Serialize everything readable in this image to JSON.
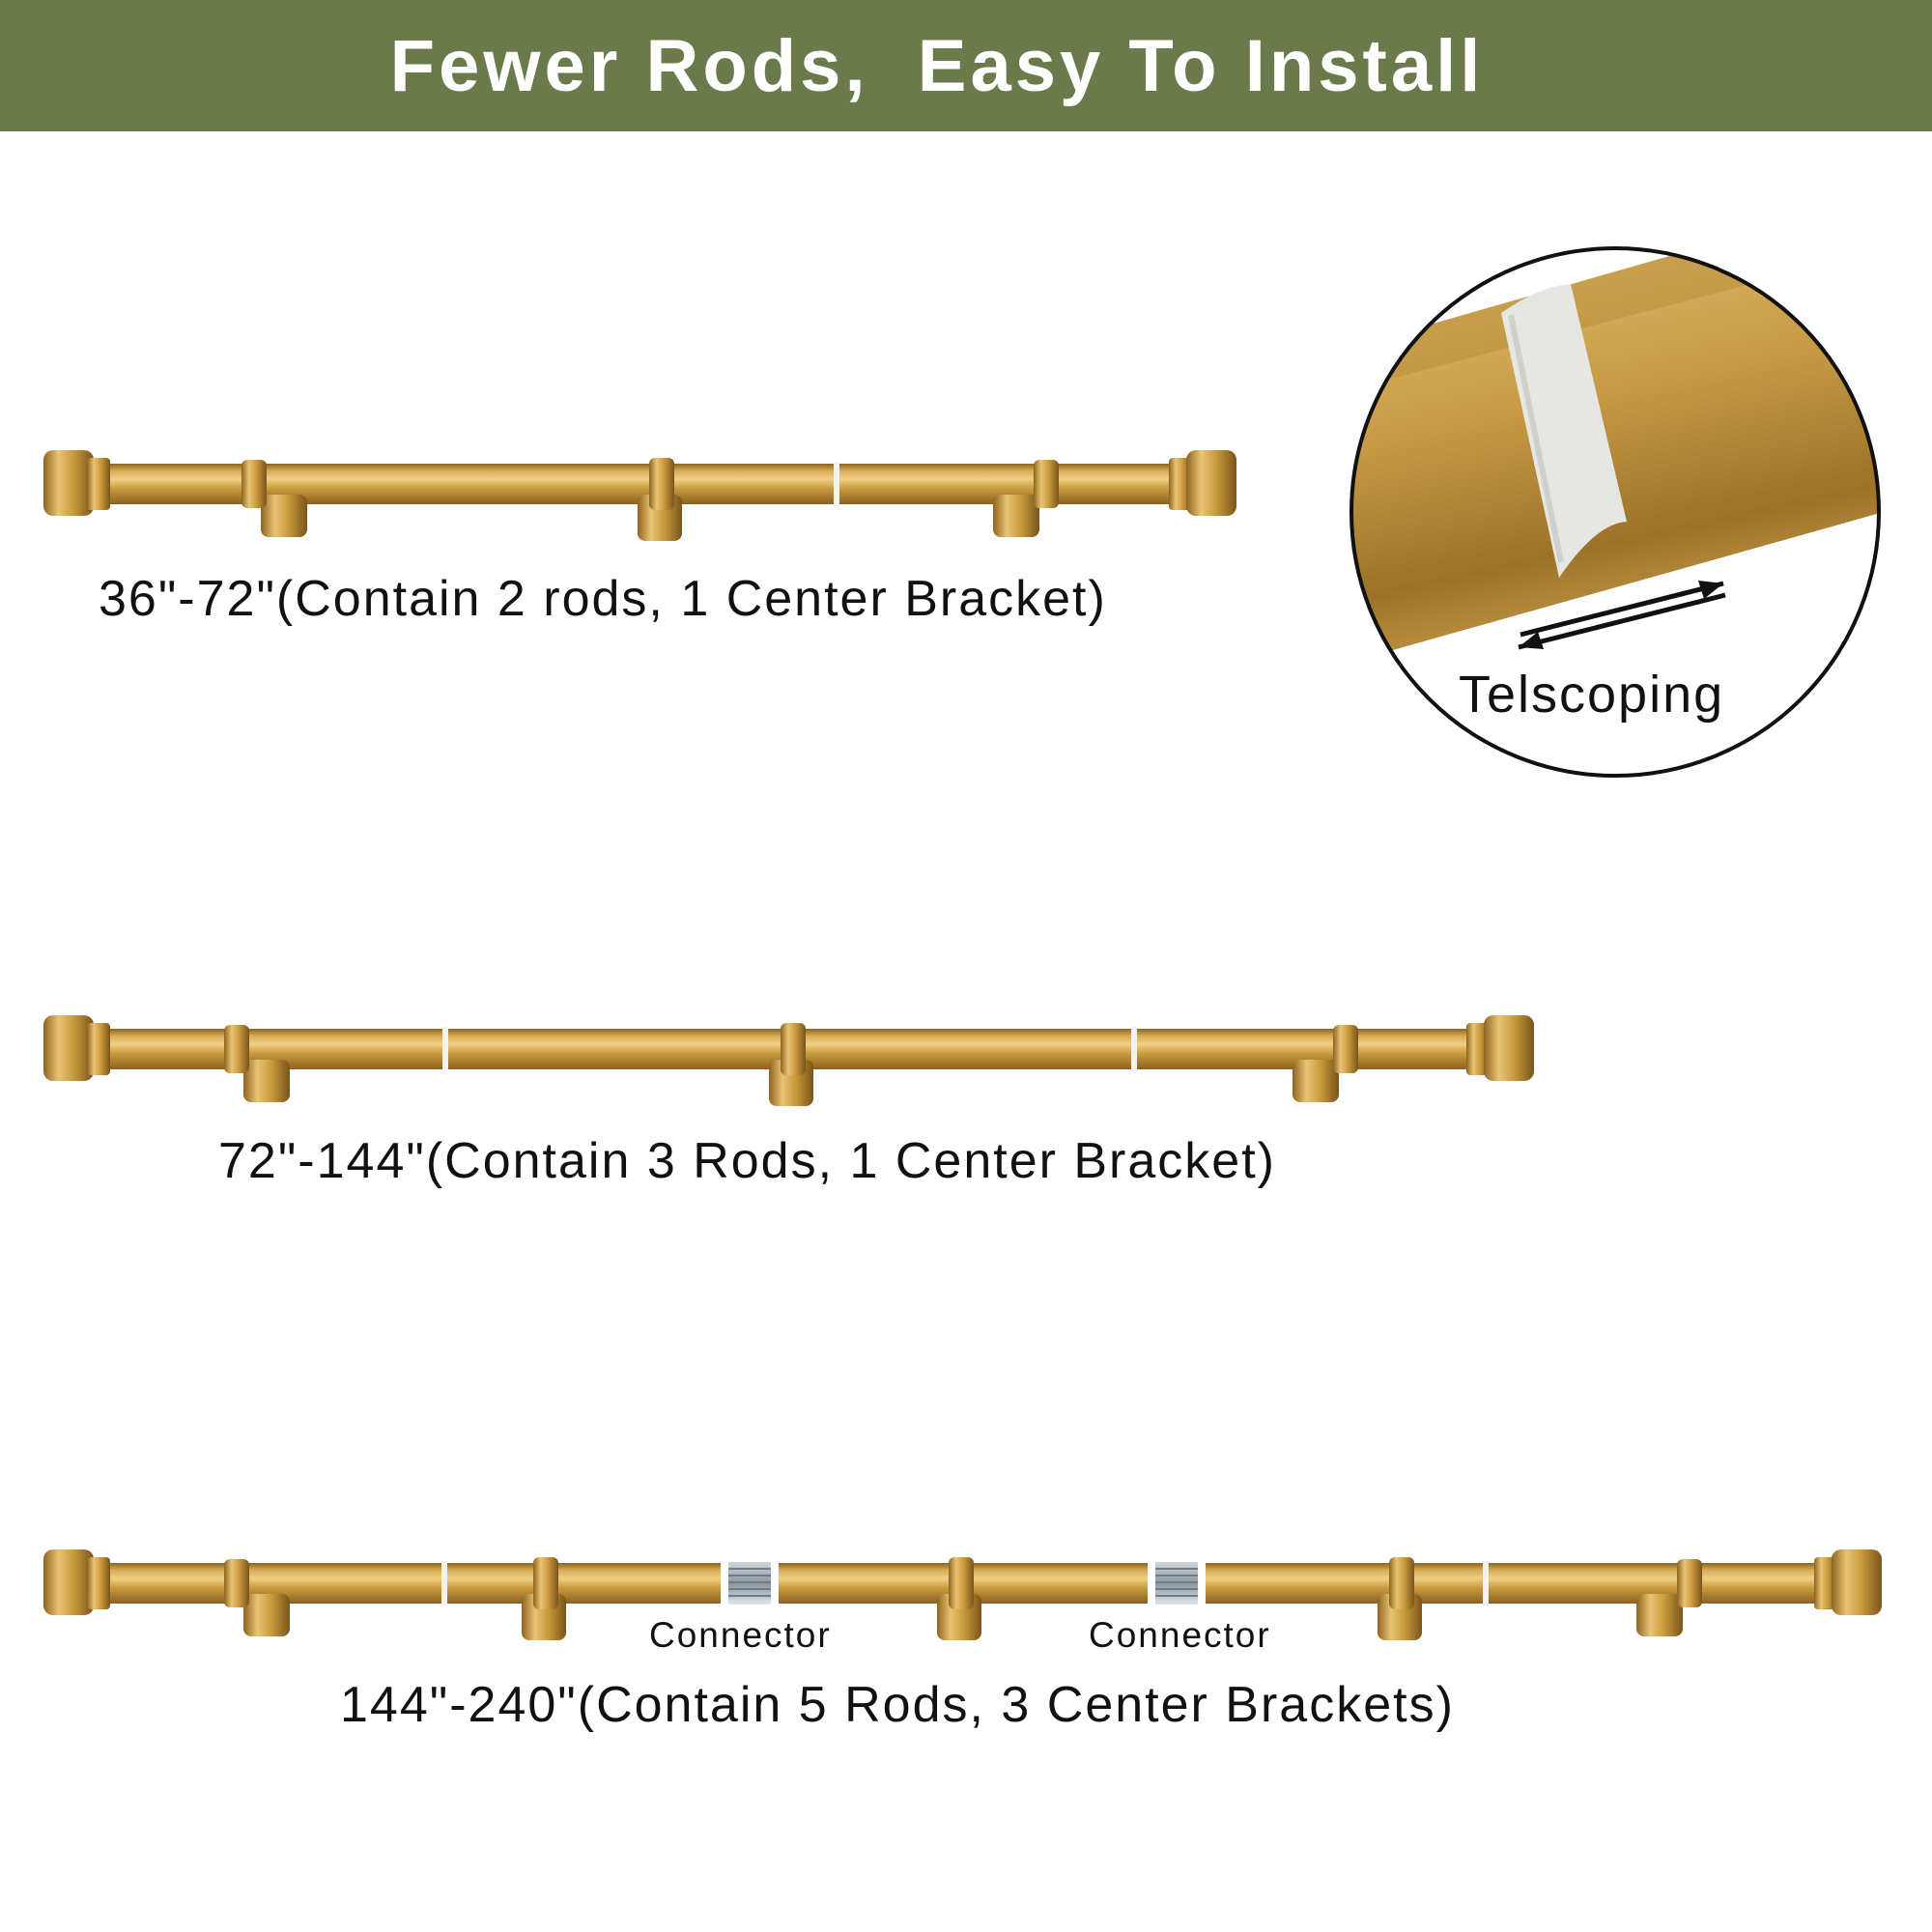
{
  "header": {
    "title": "Fewer Rods,  Easy To Install"
  },
  "colors": {
    "banner": "#6b7a4b",
    "gold": "#c99a3c",
    "gold_light": "#e6c072",
    "gold_dark": "#9b7024"
  },
  "rods": [
    {
      "caption": "36\"-72\"(Contain 2 rods, 1 Center Bracket)"
    },
    {
      "caption": "72\"-144\"(Contain 3 Rods, 1 Center Bracket)"
    },
    {
      "caption": "144\"-240\"(Contain 5 Rods, 3 Center Brackets)",
      "connectors": [
        "Connector",
        "Connector"
      ]
    }
  ],
  "detail": {
    "label": "Telscoping"
  }
}
